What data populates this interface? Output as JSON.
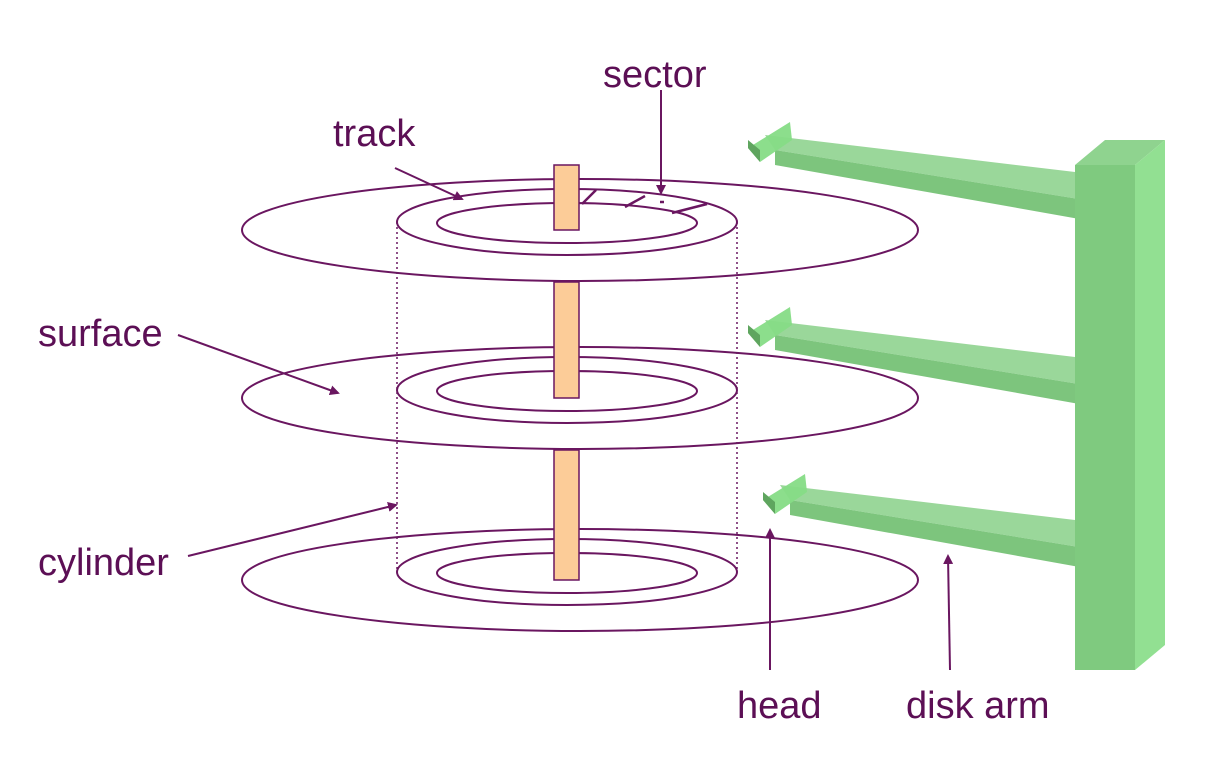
{
  "labels": {
    "sector": "sector",
    "track": "track",
    "surface": "surface",
    "cylinder": "cylinder",
    "head": "head",
    "disk_arm": "disk arm"
  },
  "colors": {
    "outline": "#6a1660",
    "label": "#5c0f55",
    "spindle_fill": "#fccc98",
    "arm_top": "#8fd38f",
    "arm_front": "#6fbf6f",
    "arm_side": "#86dc86",
    "arm_dark": "#5fa55f"
  },
  "structure": {
    "platter_count": 3,
    "tracks_per_platter": 2,
    "arm_count": 3
  }
}
